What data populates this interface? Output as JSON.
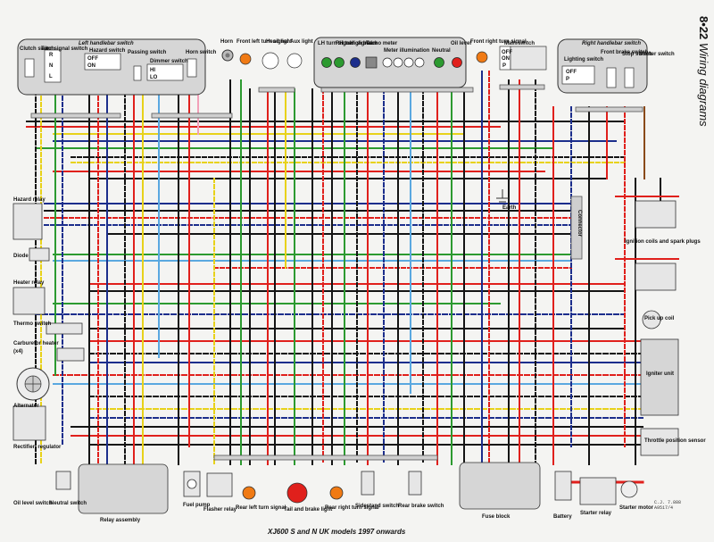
{
  "header": {
    "page_number": "8•22",
    "section_title": "Wiring diagrams"
  },
  "footer": {
    "title": "XJ600 S and N UK models 1997 onwards",
    "code_line1": "C.J. 7.888",
    "code_line2": "A9517/4"
  },
  "colors": {
    "black": "#141414",
    "red": "#e0201c",
    "blue": "#1c2e8c",
    "light_blue": "#5aa8e0",
    "green": "#2c9a30",
    "yellow": "#e8d21a",
    "brown": "#8a4a1a",
    "orange": "#f07a14",
    "pink": "#f2a0b8",
    "white": "#ffffff",
    "gray": "#9a9a9a",
    "panel": "#d6d6d6"
  },
  "top_components": {
    "left_handlebar_switch": "Left handlebar switch",
    "clutch_switch": "Clutch switch",
    "turn_signal_switch": "Turn signal switch",
    "hazard_switch": "Hazard switch",
    "passing_switch": "Passing switch",
    "dimmer_switch": "Dimmer switch",
    "horn_switch": "Horn switch",
    "horn": "Horn",
    "front_left_turn_signal": "Front left turn signal",
    "head_light": "Head light",
    "aux_light": "Aux light",
    "lh_turn_signal": "LH turn signal",
    "rh_turn_signal": "RH turn signal",
    "high_beam": "High beam",
    "tachometer": "Tacho meter",
    "meter_illumination": "Meter illumination",
    "neutral": "Neutral",
    "oil_level": "Oil level",
    "front_right_turn_signal": "Front right turn signal",
    "main_switch": "Main switch",
    "right_handlebar_switch": "Right handlebar switch",
    "lighting_switch": "Lighting switch",
    "front_brake_switch": "Front brake switch",
    "stop_switch": "Stop switch",
    "starter_switch": "Starter switch"
  },
  "switch_positions": {
    "off": "OFF",
    "on": "ON",
    "r": "R",
    "n": "N",
    "l": "L",
    "hi": "HI",
    "lo": "LO",
    "p": "P"
  },
  "left_components": {
    "hazard_relay": "Hazard relay",
    "diode": "Diode",
    "heater_relay": "Heater relay",
    "thermo_switch": "Thermo switch",
    "carburetor_heater": "Carburetor heater",
    "carburetor_heater_qty": "(x4)",
    "alternator": "Alternator",
    "rectifier_regulator": "Rectifier/ regulator",
    "oil_level_switch": "Oil level switch",
    "neutral_switch": "Neutral switch"
  },
  "bottom_components": {
    "relay_assembly": "Relay assembly",
    "fuel_pump": "Fuel pump",
    "flasher_relay": "Flasher relay",
    "rear_left_turn_signal": "Rear left turn signal",
    "tail_brake_light": "Tail and brake light",
    "rear_right_turn_signal": "Rear right turn signal",
    "sidestand_switch": "Sidestand switch",
    "rear_brake_switch": "Rear brake switch",
    "fuse_block": "Fuse block",
    "battery": "Battery",
    "starter_relay": "Starter relay",
    "starter_motor": "Starter motor"
  },
  "right_components": {
    "earth": "Earth",
    "connector": "Connector",
    "ignition_coils": "Ignition coils and spark plugs",
    "pickup_coil": "Pick up coil",
    "igniter_unit": "Igniter unit",
    "throttle_position_sensor": "Throttle position sensor"
  }
}
